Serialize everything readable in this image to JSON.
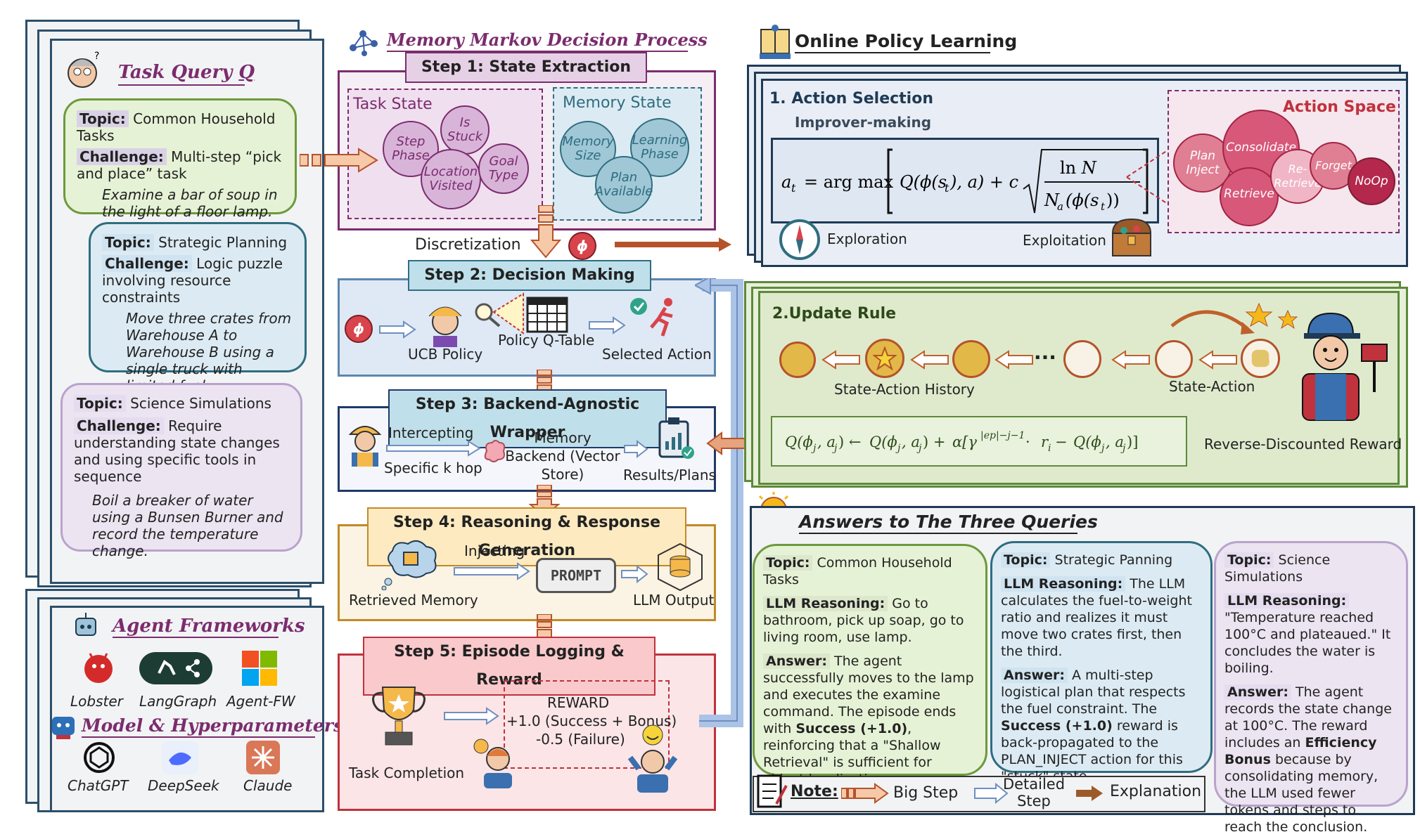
{
  "colors": {
    "navy": "#1f3a55",
    "purple": "#7b2c6e",
    "teal": "#2f6d80",
    "green": "#5d8a3a",
    "red": "#c0323c",
    "orange": "#c0602a"
  },
  "task_query": {
    "title": "Task Query",
    "title_symbol": "Q",
    "topics": [
      {
        "topic_label": "Topic:",
        "topic": "Common Household Tasks",
        "challenge_label": "Challenge:",
        "challenge": "Multi-step “pick and place” task",
        "example": "Examine a bar of soup in the light of a floor lamp."
      },
      {
        "topic_label": "Topic:",
        "topic": "Strategic Planning",
        "challenge_label": "Challenge:",
        "challenge": "Logic puzzle involving resource constraints",
        "example": "Move three crates from Warehouse A to Warehouse B using a single truck with limited fuel."
      },
      {
        "topic_label": "Topic:",
        "topic": "Science Simulations",
        "challenge_label": "Challenge:",
        "challenge": "Require understanding state changes and using specific tools in sequence",
        "example": "Boil a breaker of water using a Bunsen Burner and record the temperature change."
      }
    ]
  },
  "frameworks": {
    "title": "Agent Frameworks",
    "items": [
      "Lobster",
      "LangGraph",
      "Agent-FW"
    ],
    "models_title": "Model & Hyperparameters",
    "models": [
      "ChatGPT",
      "DeepSeek",
      "Claude"
    ]
  },
  "mdp": {
    "title": "Memory Markov Decision Process",
    "step1": "Step 1: State Extraction",
    "task_state": "Task State",
    "task_circles": [
      "Step Phase",
      "Is Stuck",
      "Location Visited",
      "Goal Type"
    ],
    "memory_state": "Memory State",
    "memory_circles": [
      "Memory Size",
      "Learning Phase",
      "Plan Available"
    ],
    "discretization": "Discretization",
    "phi": "ϕ",
    "step2": "Step 2: Decision Making",
    "ucb": "UCB Policy",
    "qtable": "Policy Q-Table",
    "selected": "Selected Action",
    "step3": "Step 3: Backend-Agnostic Wrapper",
    "intercepting": "Intercepting",
    "specific": "Specific k hop",
    "backend": "Memory Backend (Vector Store)",
    "results": "Results/Plans",
    "step4": "Step 4: Reasoning & Response Generation",
    "injecting": "Injecting",
    "retrieved": "Retrieved Memory",
    "prompt": "PROMPT",
    "llm_output": "LLM Output",
    "step5": "Step 5: Episode Logging & Reward",
    "reward_title": "REWARD",
    "reward_pos": "+1.0 (Success + Bonus)",
    "reward_neg": "-0.5 (Failure)",
    "task_completion": "Task Completion"
  },
  "online": {
    "title": "Online Policy Learning",
    "action_selection": "1. Action Selection",
    "improver": "Improver-making",
    "exploration": "Exploration",
    "exploitation": "Exploitation",
    "action_space": "Action Space",
    "actions": [
      "Plan Inject",
      "Consolidate",
      "Retrieve",
      "Re-Retrieve",
      "Forget",
      "NoOp"
    ],
    "update_rule": "2.Update Rule",
    "history": "State-Action History",
    "state_action": "State-Action",
    "ellipsis": "···",
    "reverse": "Reverse-Discounted Reward"
  },
  "answers": {
    "title": "Answers to The Three Queries",
    "columns": [
      {
        "topic_label": "Topic:",
        "topic": "Common Household Tasks",
        "reasoning_label": "LLM Reasoning:",
        "reasoning": "Go to bathroom, pick up soap, go to living room, use lamp.",
        "answer_label": "Answer:",
        "answer_pre": "The agent successfully moves to the lamp and executes the examine command. The episode ends with ",
        "answer_bold": "Success (+1.0)",
        "answer_post": ", reinforcing that a \"Shallow Retrieval\" is sufficient for object localization."
      },
      {
        "topic_label": "Topic:",
        "topic": "Strategic Panning",
        "reasoning_label": "LLM Reasoning:",
        "reasoning": "The LLM calculates the fuel-to-weight ratio and realizes it must move two crates first, then the third.",
        "answer_label": "Answer:",
        "answer_pre": "A multi-step logistical plan that respects the fuel constraint. The ",
        "answer_bold": "Success (+1.0)",
        "answer_post": " reward is back-propagated to the PLAN_INJECT action for this \"stuck\" state."
      },
      {
        "topic_label": "Topic:",
        "topic": "Science Simulations",
        "reasoning_label": "LLM Reasoning:",
        "reasoning": "\"Temperature reached 100°C and plateaued.\" It concludes the water is boiling.",
        "answer_label": "Answer:",
        "answer_pre": "The agent records the state change at 100°C. The reward includes an ",
        "answer_bold": "Efficiency Bonus",
        "answer_post": " because by consolidating memory, the LLM used fewer tokens and steps to reach the conclusion."
      }
    ],
    "note_label": "Note:",
    "legend": [
      "Big Step",
      "Detailed Step",
      "Explanation"
    ]
  }
}
